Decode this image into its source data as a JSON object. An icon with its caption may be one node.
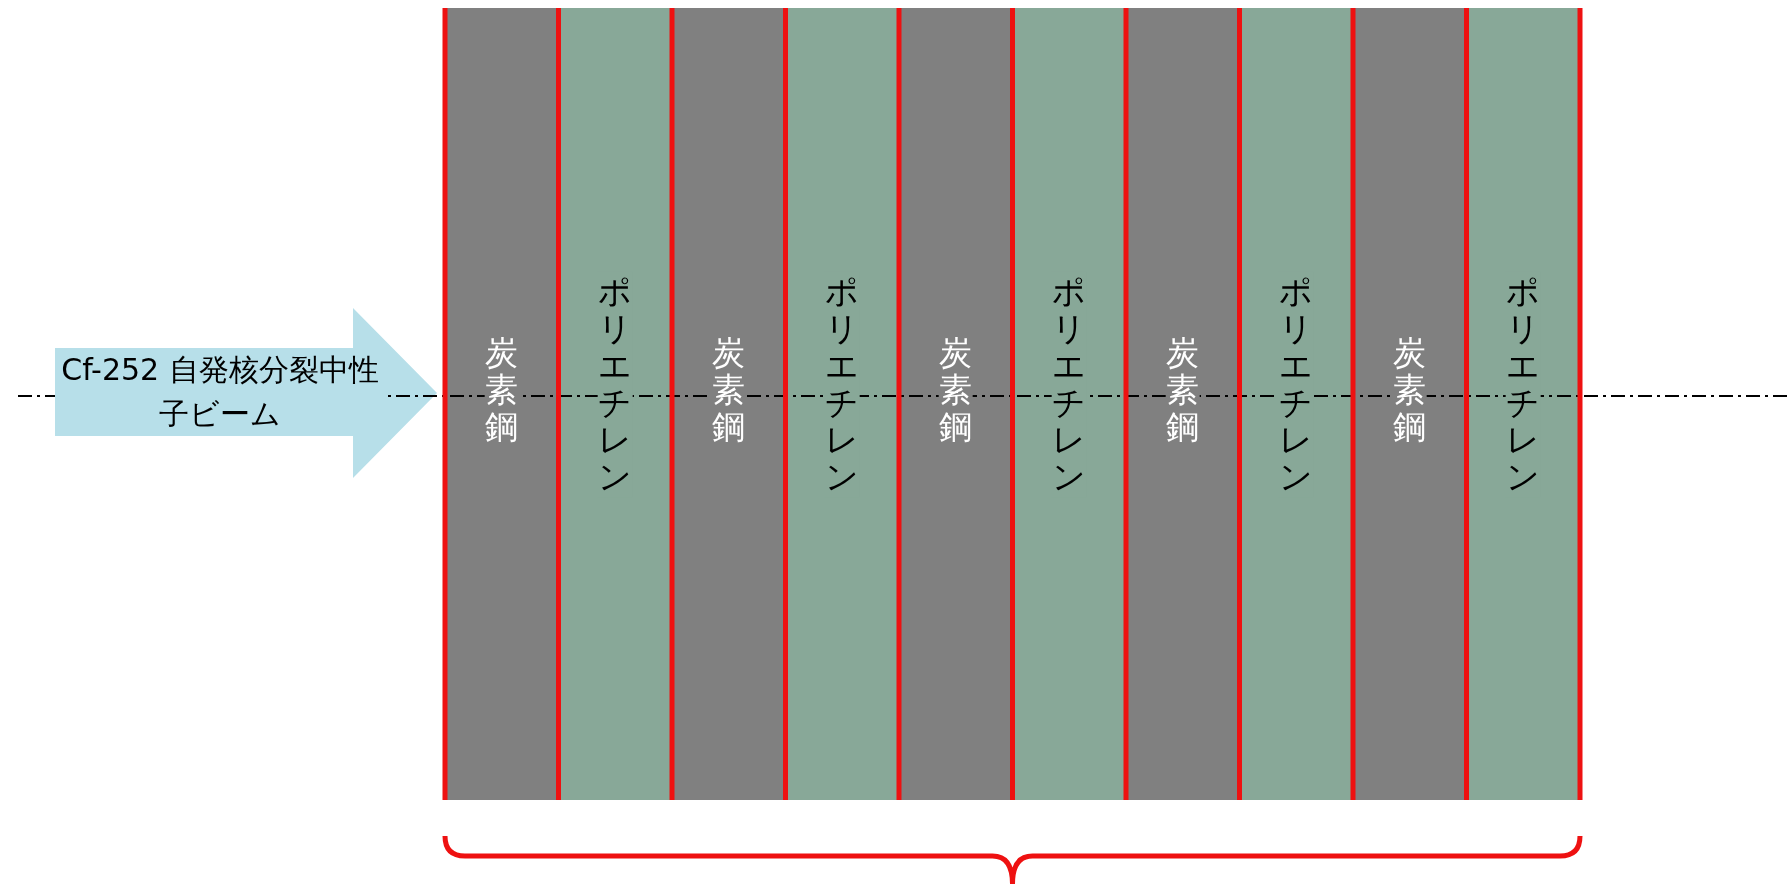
{
  "diagram": {
    "nodes": [
      {
        "text": [
          "Cf-252 自発核分裂中性子ビーム"
        ]
      },
      {
        "text": [
          "炭素鋼"
        ]
      },
      {
        "text": [
          "ポリエチレン"
        ]
      },
      {
        "text": [
          "炭素鋼"
        ]
      },
      {
        "text": [
          "ポリエチレン"
        ]
      },
      {
        "text": [
          "炭素鋼"
        ]
      },
      {
        "text": [
          "ポリエチレン"
        ]
      },
      {
        "text": [
          "炭素鋼"
        ]
      },
      {
        "text": [
          "ポリエチレン"
        ]
      },
      {
        "text": [
          "炭素鋼"
        ]
      },
      {
        "text": [
          "ポリエチレン"
        ]
      }
    ]
  }
}
